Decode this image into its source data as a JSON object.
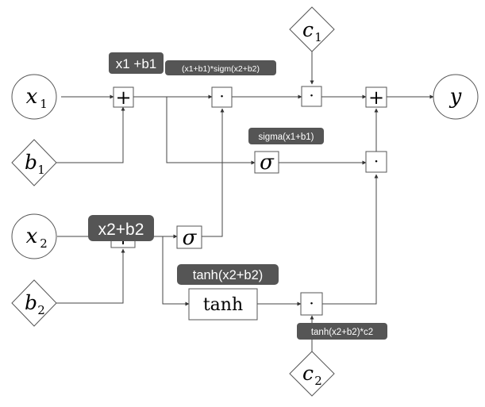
{
  "inputs": {
    "x1": {
      "base": "x",
      "sub": "1"
    },
    "b1": {
      "base": "b",
      "sub": "1"
    },
    "x2": {
      "base": "x",
      "sub": "2"
    },
    "b2": {
      "base": "b",
      "sub": "2"
    },
    "c1": {
      "base": "c",
      "sub": "1"
    },
    "c2": {
      "base": "c",
      "sub": "2"
    }
  },
  "output": {
    "label": "y"
  },
  "operators": {
    "plus": "+",
    "dot": "·",
    "sigma": "σ",
    "tanh": "tanh"
  },
  "annotations": {
    "x1_plus_b1": "x1 +b1",
    "product_top": "(x1+b1)*sigm(x2+b2)",
    "sigma_x1_b1": "sigma(x1+b1)",
    "x2_plus_b2": "x2+b2",
    "tanh_x2_b2": "tanh(x2+b2)",
    "tanh_times_c2": "tanh(x2+b2)*c2"
  },
  "colors": {
    "badge": "#555555",
    "line": "#444444",
    "background": "#ffffff"
  }
}
